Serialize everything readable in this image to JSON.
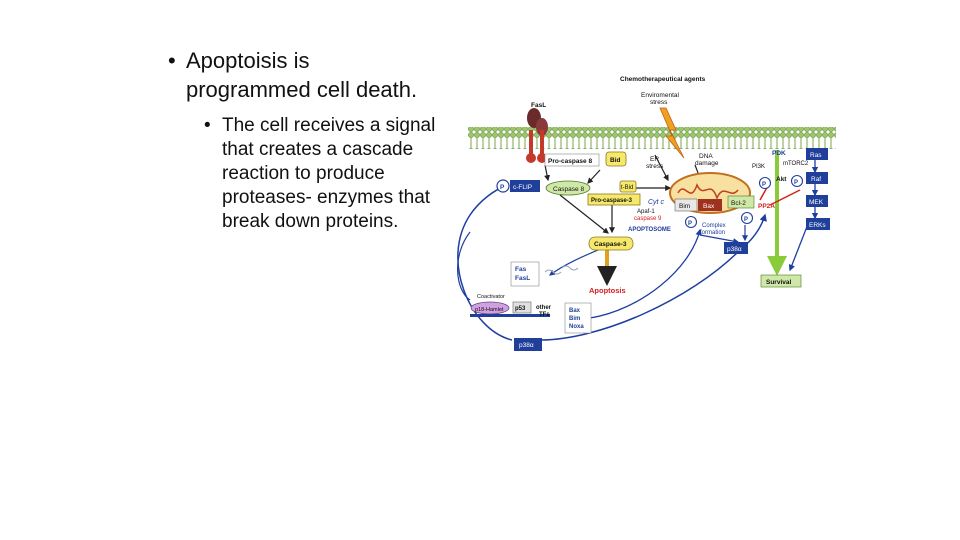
{
  "slide": {
    "bullet1": {
      "line1": "Apoptoisis is",
      "line2": "programmed cell death."
    },
    "bullet2": {
      "lines": [
        "The cell receives a signal",
        "that creates a cascade",
        "reaction to produce",
        "proteases- enzymes that",
        "break down proteins."
      ]
    },
    "bullet_glyph": "•"
  },
  "diagram": {
    "chemo": "Chemotherapeutical agents",
    "env1": "Enviromental",
    "env2": "stress",
    "fasl": "FasL",
    "procasp8": "Pro-caspase 8",
    "bid": "Bid",
    "er1": "ER",
    "er2": "stress",
    "dna1": "DNA",
    "dna2": "damage",
    "pdk": "PDK",
    "pi3k": "PI3K",
    "mtorc2": "mTORC2",
    "ras": "Ras",
    "cflip": "c-FLIP",
    "p": "P",
    "caspase8": "Caspase 8",
    "tbid": "t-Bid",
    "akt": "Akt",
    "raf": "Raf",
    "procasp3": "Pro-caspase-3",
    "cytc": "Cyt c",
    "bim": "Bim",
    "bax": "Bax",
    "bcl2": "Bcl-2",
    "pp2a": "PP2A",
    "mek": "MEK",
    "apaf1": "Apaf-1",
    "casp9": "caspase 9",
    "apoptosome": "APOPTOSOME",
    "complex1": "Complex",
    "complex2": "formation",
    "erks": "ERKs",
    "caspase3": "Caspase-3",
    "p38a": "p38α",
    "fas": "Fas",
    "fasl2": "FasL",
    "survival": "Survival",
    "apoptosis": "Apoptosis",
    "coactivator": "Coactivator",
    "p18hamlet": "p18-Hamlet",
    "p53": "p53",
    "other1": "other",
    "other2": "TFs",
    "box_bax": "Bax",
    "box_bim": "Bim",
    "box_noxa": "Noxa",
    "p38a_bottom": "p38α"
  },
  "colors": {
    "membrane": "#8fbf5a",
    "blue_box": "#1f3f9a",
    "yellow": "#f5e86a",
    "red_text": "#d42020",
    "arrow_blue": "#1f3fa0",
    "survival_green": "#8acb3a"
  }
}
